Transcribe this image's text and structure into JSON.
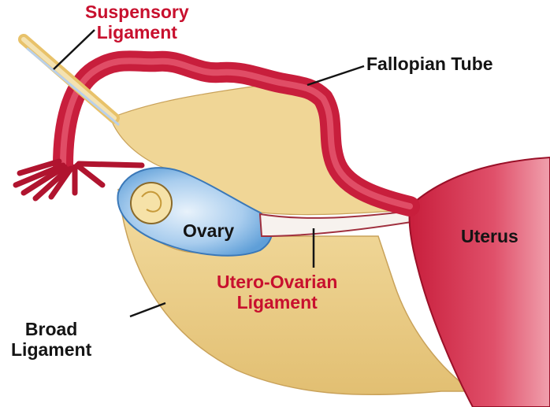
{
  "diagram": {
    "labels": {
      "suspensory_ligament": [
        "Suspensory",
        "Ligament"
      ],
      "fallopian_tube": "Fallopian Tube",
      "ovary": "Ovary",
      "uterus": "Uterus",
      "utero_ovarian_ligament": [
        "Utero-Ovarian",
        "Ligament"
      ],
      "broad_ligament": [
        "Broad",
        "Ligament"
      ]
    },
    "colors": {
      "tube_red": "#c81e3c",
      "tube_dark": "#8a1020",
      "ligament_tan": "#eccf8c",
      "ovary_blue": "#8fbfe8",
      "uterus_red": "#d0304a",
      "label_red": "#c8102e",
      "label_dark": "#141414"
    }
  }
}
